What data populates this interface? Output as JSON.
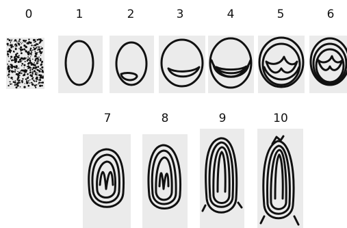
{
  "stages": [
    {
      "label": "0",
      "description": "dotted texture"
    },
    {
      "label": "1",
      "description": "single oval outline"
    },
    {
      "label": "2",
      "description": "oval with small inner loop at bottom"
    },
    {
      "label": "3",
      "description": "oval with crescent inside"
    },
    {
      "label": "4",
      "description": "oval with stacked crescents"
    },
    {
      "label": "5",
      "description": "nested rings with V fold"
    },
    {
      "label": "6",
      "description": "dense nested rings with fold"
    },
    {
      "label": "7",
      "description": "tall nested U shape"
    },
    {
      "label": "8",
      "description": "taller nested U shape"
    },
    {
      "label": "9",
      "description": "elongated nested loops"
    },
    {
      "label": "10",
      "description": "fully elongated nested loops"
    }
  ],
  "colors": {
    "tile": "#ebebeb",
    "ink": "#111111",
    "background": "#ffffff"
  }
}
